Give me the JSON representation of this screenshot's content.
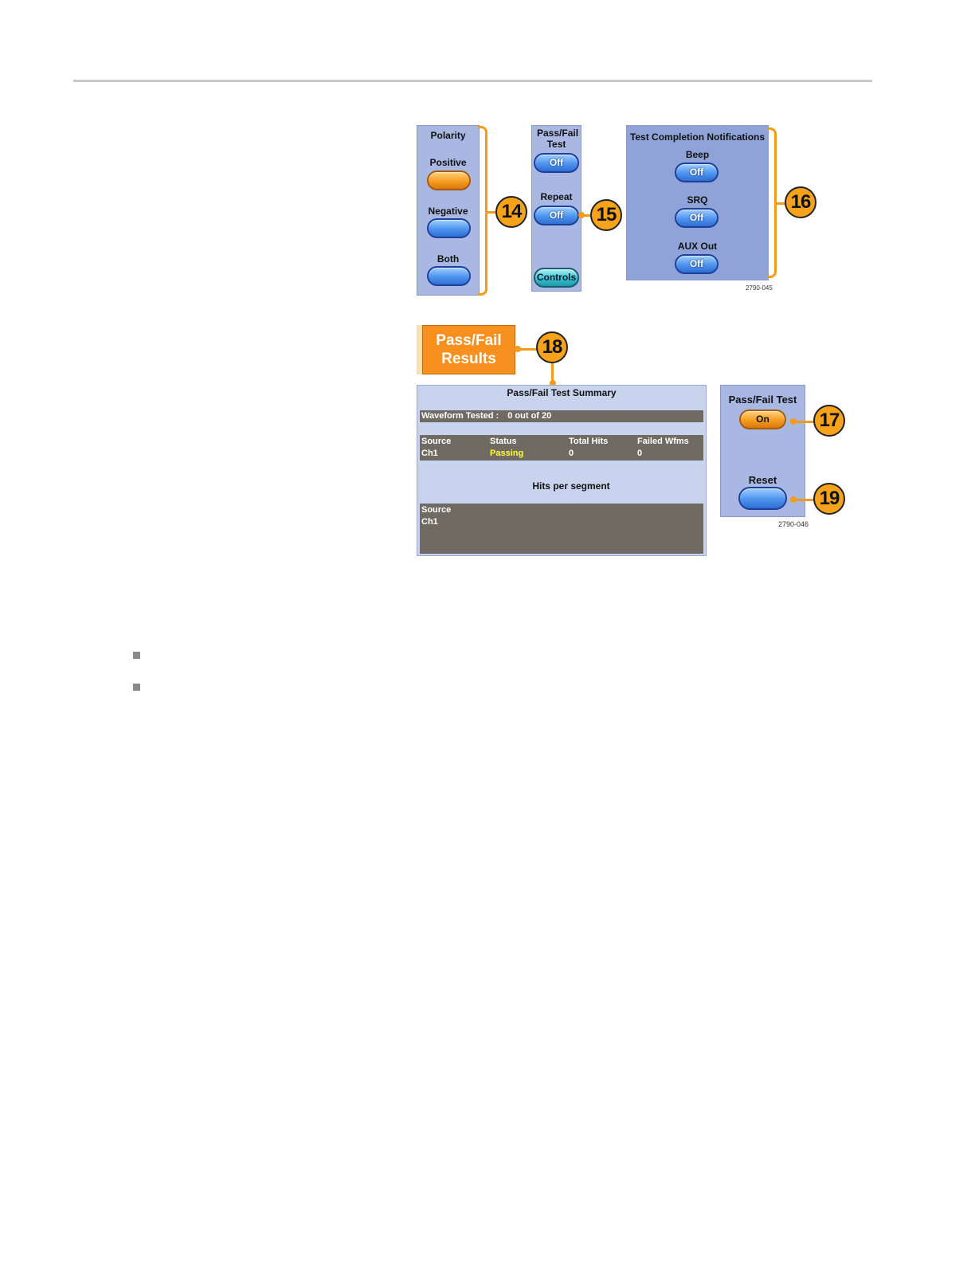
{
  "polarity": {
    "title": "Polarity",
    "options": [
      {
        "label": "Positive",
        "selected": true
      },
      {
        "label": "Negative",
        "selected": false
      },
      {
        "label": "Both",
        "selected": false
      }
    ]
  },
  "pass_fail_test_menu": {
    "title": "Pass/Fail Test",
    "test_value": "Off",
    "repeat_label": "Repeat",
    "repeat_value": "Off",
    "controls_label": "Controls"
  },
  "notifications": {
    "title": "Test Completion Notifications",
    "items": [
      {
        "label": "Beep",
        "value": "Off"
      },
      {
        "label": "SRQ",
        "value": "Off"
      },
      {
        "label": "AUX Out",
        "value": "Off"
      }
    ]
  },
  "figure_ids": [
    "2790-045",
    "2790-046"
  ],
  "results_button": {
    "line1": "Pass/Fail",
    "line2": "Results"
  },
  "summary": {
    "title": "Pass/Fail Test Summary",
    "waveform_tested_label": "Waveform Tested :",
    "waveform_tested_value": "0 out of 20",
    "columns": [
      "Source",
      "Status",
      "Total Hits",
      "Failed Wfms"
    ],
    "row": {
      "source": "Ch1",
      "status": "Passing",
      "total_hits": "0",
      "failed_wfms": "0"
    },
    "hits_label": "Hits per segment",
    "hits_source_header": "Source",
    "hits_source_value": "Ch1"
  },
  "pass_fail_side": {
    "title": "Pass/Fail Test",
    "state": "On",
    "reset_label": "Reset"
  },
  "callouts": [
    "14",
    "15",
    "16",
    "17",
    "18",
    "19"
  ],
  "colors": {
    "accent_orange": "#f7901e",
    "panel_blue": "#a9b7e3",
    "button_blue": "#4d93ef"
  }
}
